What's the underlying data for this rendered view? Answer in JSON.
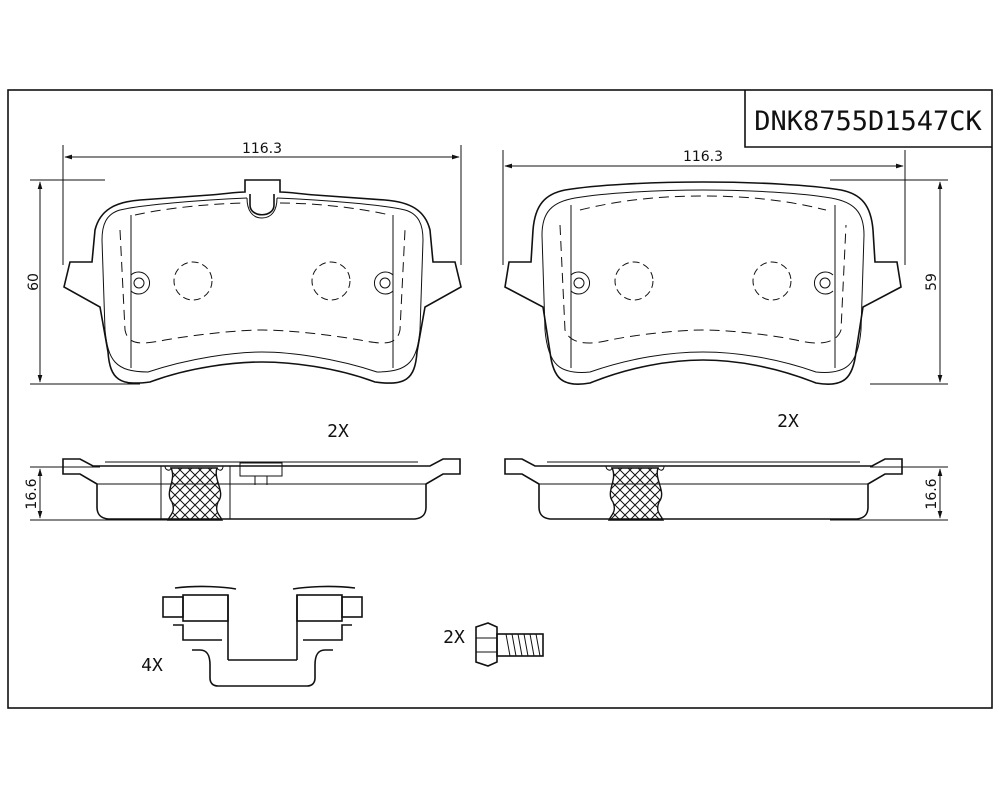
{
  "part_number": "DNK8755D1547CK",
  "left_pad": {
    "width_dim": "116.3",
    "height_dim": "60",
    "quantity": "2X",
    "thickness_dim": "16.6"
  },
  "right_pad": {
    "width_dim": "116.3",
    "height_dim": "59",
    "quantity": "2X",
    "thickness_dim": "16.6"
  },
  "clip": {
    "quantity": "4X"
  },
  "bolt": {
    "quantity": "2X"
  }
}
